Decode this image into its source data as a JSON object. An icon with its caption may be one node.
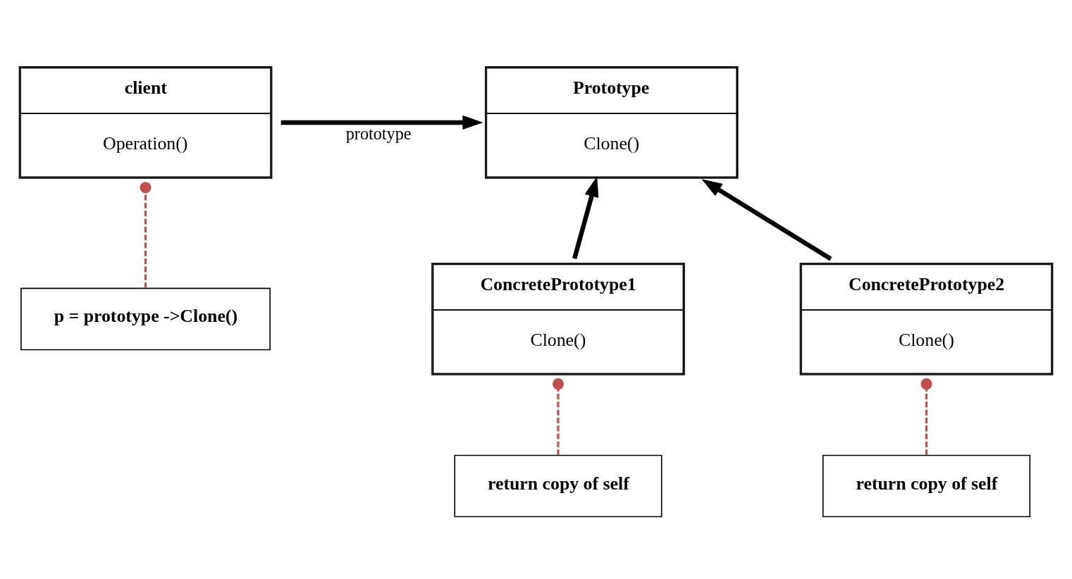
{
  "diagram": {
    "nodes": [
      {
        "text": [
          "client",
          "Operation()"
        ]
      },
      {
        "text": [
          "Prototype",
          "Clone()"
        ]
      },
      {
        "text": [
          "p = prototype ->Clone()"
        ]
      },
      {
        "text": [
          "ConcretePrototype1",
          "Clone()"
        ]
      },
      {
        "text": [
          "ConcretePrototype2",
          "Clone()"
        ]
      },
      {
        "text": [
          "return copy of self"
        ]
      },
      {
        "text": [
          "return copy of self"
        ]
      }
    ],
    "edges": [
      {
        "from": 0,
        "to": 1,
        "arrow": "to",
        "label": "prototype",
        "style": "thick"
      },
      {
        "from": 3,
        "to": 1,
        "arrow": "to",
        "style": "thick"
      },
      {
        "from": 4,
        "to": 1,
        "arrow": "to",
        "style": "thick"
      },
      {
        "from": 2,
        "to": 0,
        "arrow": "other",
        "style": "dashed",
        "color": "#c0504d"
      },
      {
        "from": 5,
        "to": 3,
        "arrow": "other",
        "style": "dashed",
        "color": "#c0504d"
      },
      {
        "from": 6,
        "to": 4,
        "arrow": "other",
        "style": "dashed",
        "color": "#c0504d"
      }
    ]
  }
}
